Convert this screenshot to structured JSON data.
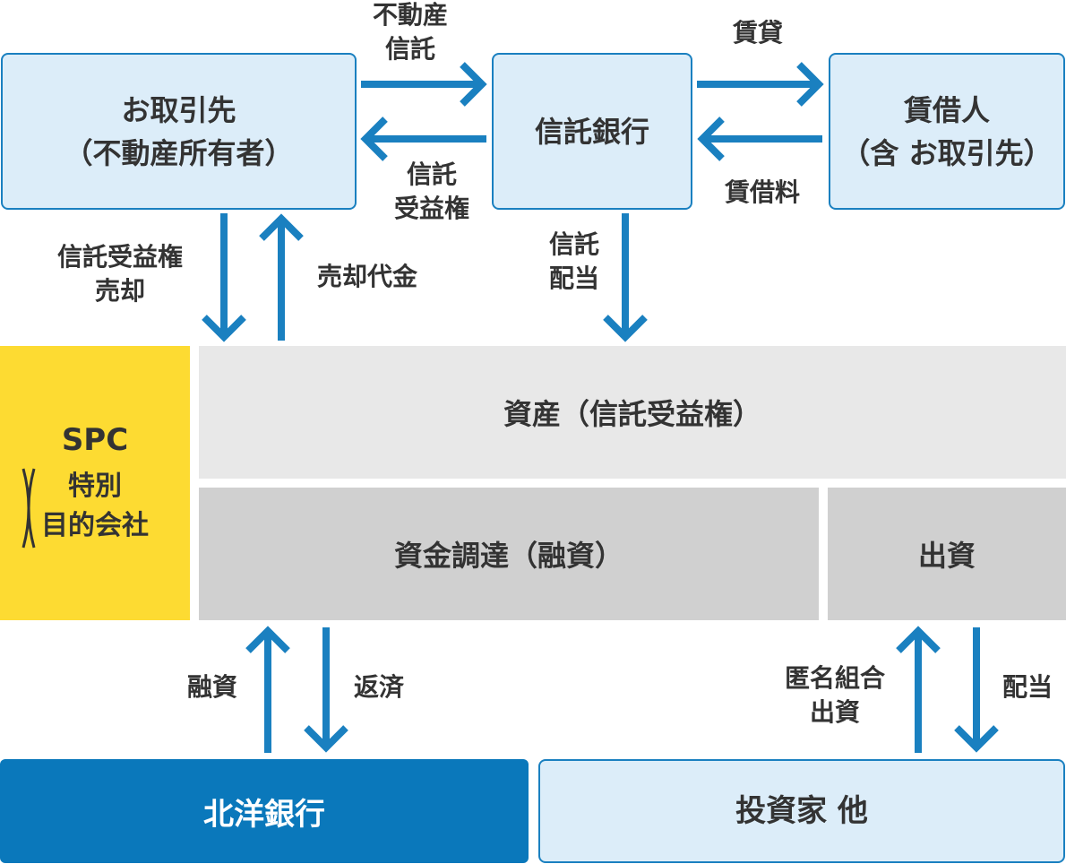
{
  "colors": {
    "arrow": "#1a80c0",
    "box_fill": "#dcedf9",
    "box_border": "#1a80c0",
    "spc_yellow": "#fddb32",
    "asset_gray": "#e8e8e8",
    "funding_gray": "#d0d0d0",
    "bank_blue": "#0a78bb"
  },
  "boxes": {
    "client": {
      "line1": "お取引先",
      "line2": "（不動産所有者）"
    },
    "trust_bank": {
      "label": "信託銀行"
    },
    "lessee": {
      "line1": "賃借人",
      "line2": "（含 お取引先）"
    },
    "spc": {
      "line1": "SPC",
      "line2": "特別",
      "line3": "目的会社"
    },
    "asset": {
      "label": "資産（信託受益権）"
    },
    "funding": {
      "label": "資金調達（融資）"
    },
    "equity": {
      "label": "出資"
    },
    "hokuyo_bank": {
      "label": "北洋銀行"
    },
    "investors": {
      "label": "投資家 他"
    }
  },
  "flows": {
    "re_trust": {
      "line1": "不動産",
      "line2": "信託"
    },
    "trust_beneficiary": {
      "line1": "信託",
      "line2": "受益権"
    },
    "lease": {
      "label": "賃貸"
    },
    "rent": {
      "label": "賃借料"
    },
    "sale": {
      "line1": "信託受益権",
      "line2": "売却"
    },
    "proceeds": {
      "label": "売却代金"
    },
    "trust_dividend": {
      "line1": "信託",
      "line2": "配当"
    },
    "loan": {
      "label": "融資"
    },
    "repayment": {
      "label": "返済"
    },
    "tk_investment": {
      "line1": "匿名組合",
      "line2": "出資"
    },
    "dividend": {
      "label": "配当"
    }
  }
}
